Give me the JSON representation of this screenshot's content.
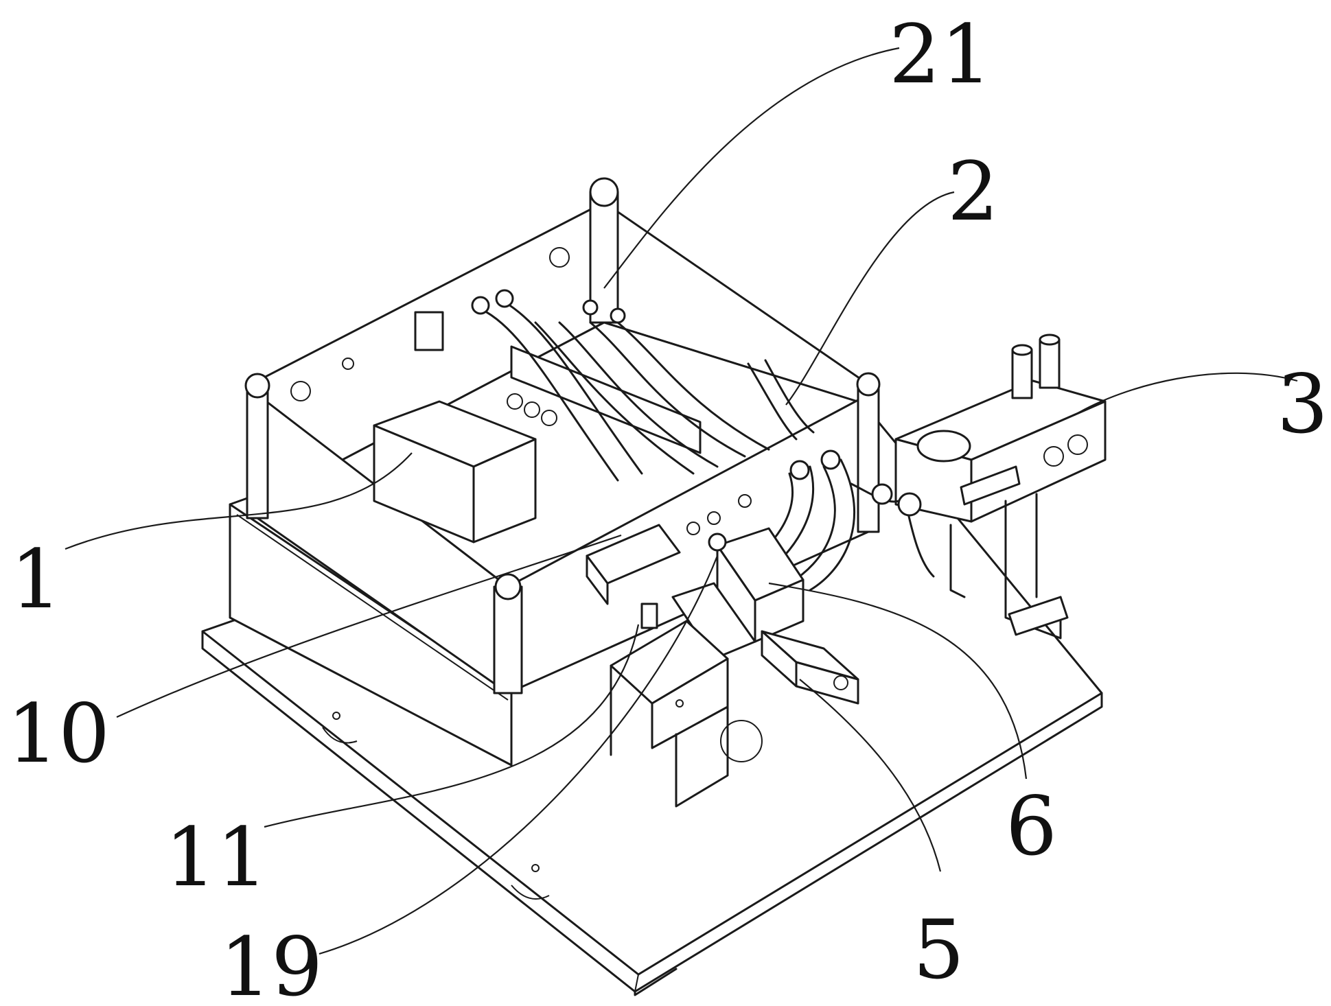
{
  "figure": {
    "callouts": [
      {
        "id": "21",
        "label": "21"
      },
      {
        "id": "2",
        "label": "2"
      },
      {
        "id": "3",
        "label": "3"
      },
      {
        "id": "1",
        "label": "1"
      },
      {
        "id": "10",
        "label": "10"
      },
      {
        "id": "11",
        "label": "11"
      },
      {
        "id": "19",
        "label": "19"
      },
      {
        "id": "6",
        "label": "6"
      },
      {
        "id": "5",
        "label": "5"
      }
    ]
  }
}
